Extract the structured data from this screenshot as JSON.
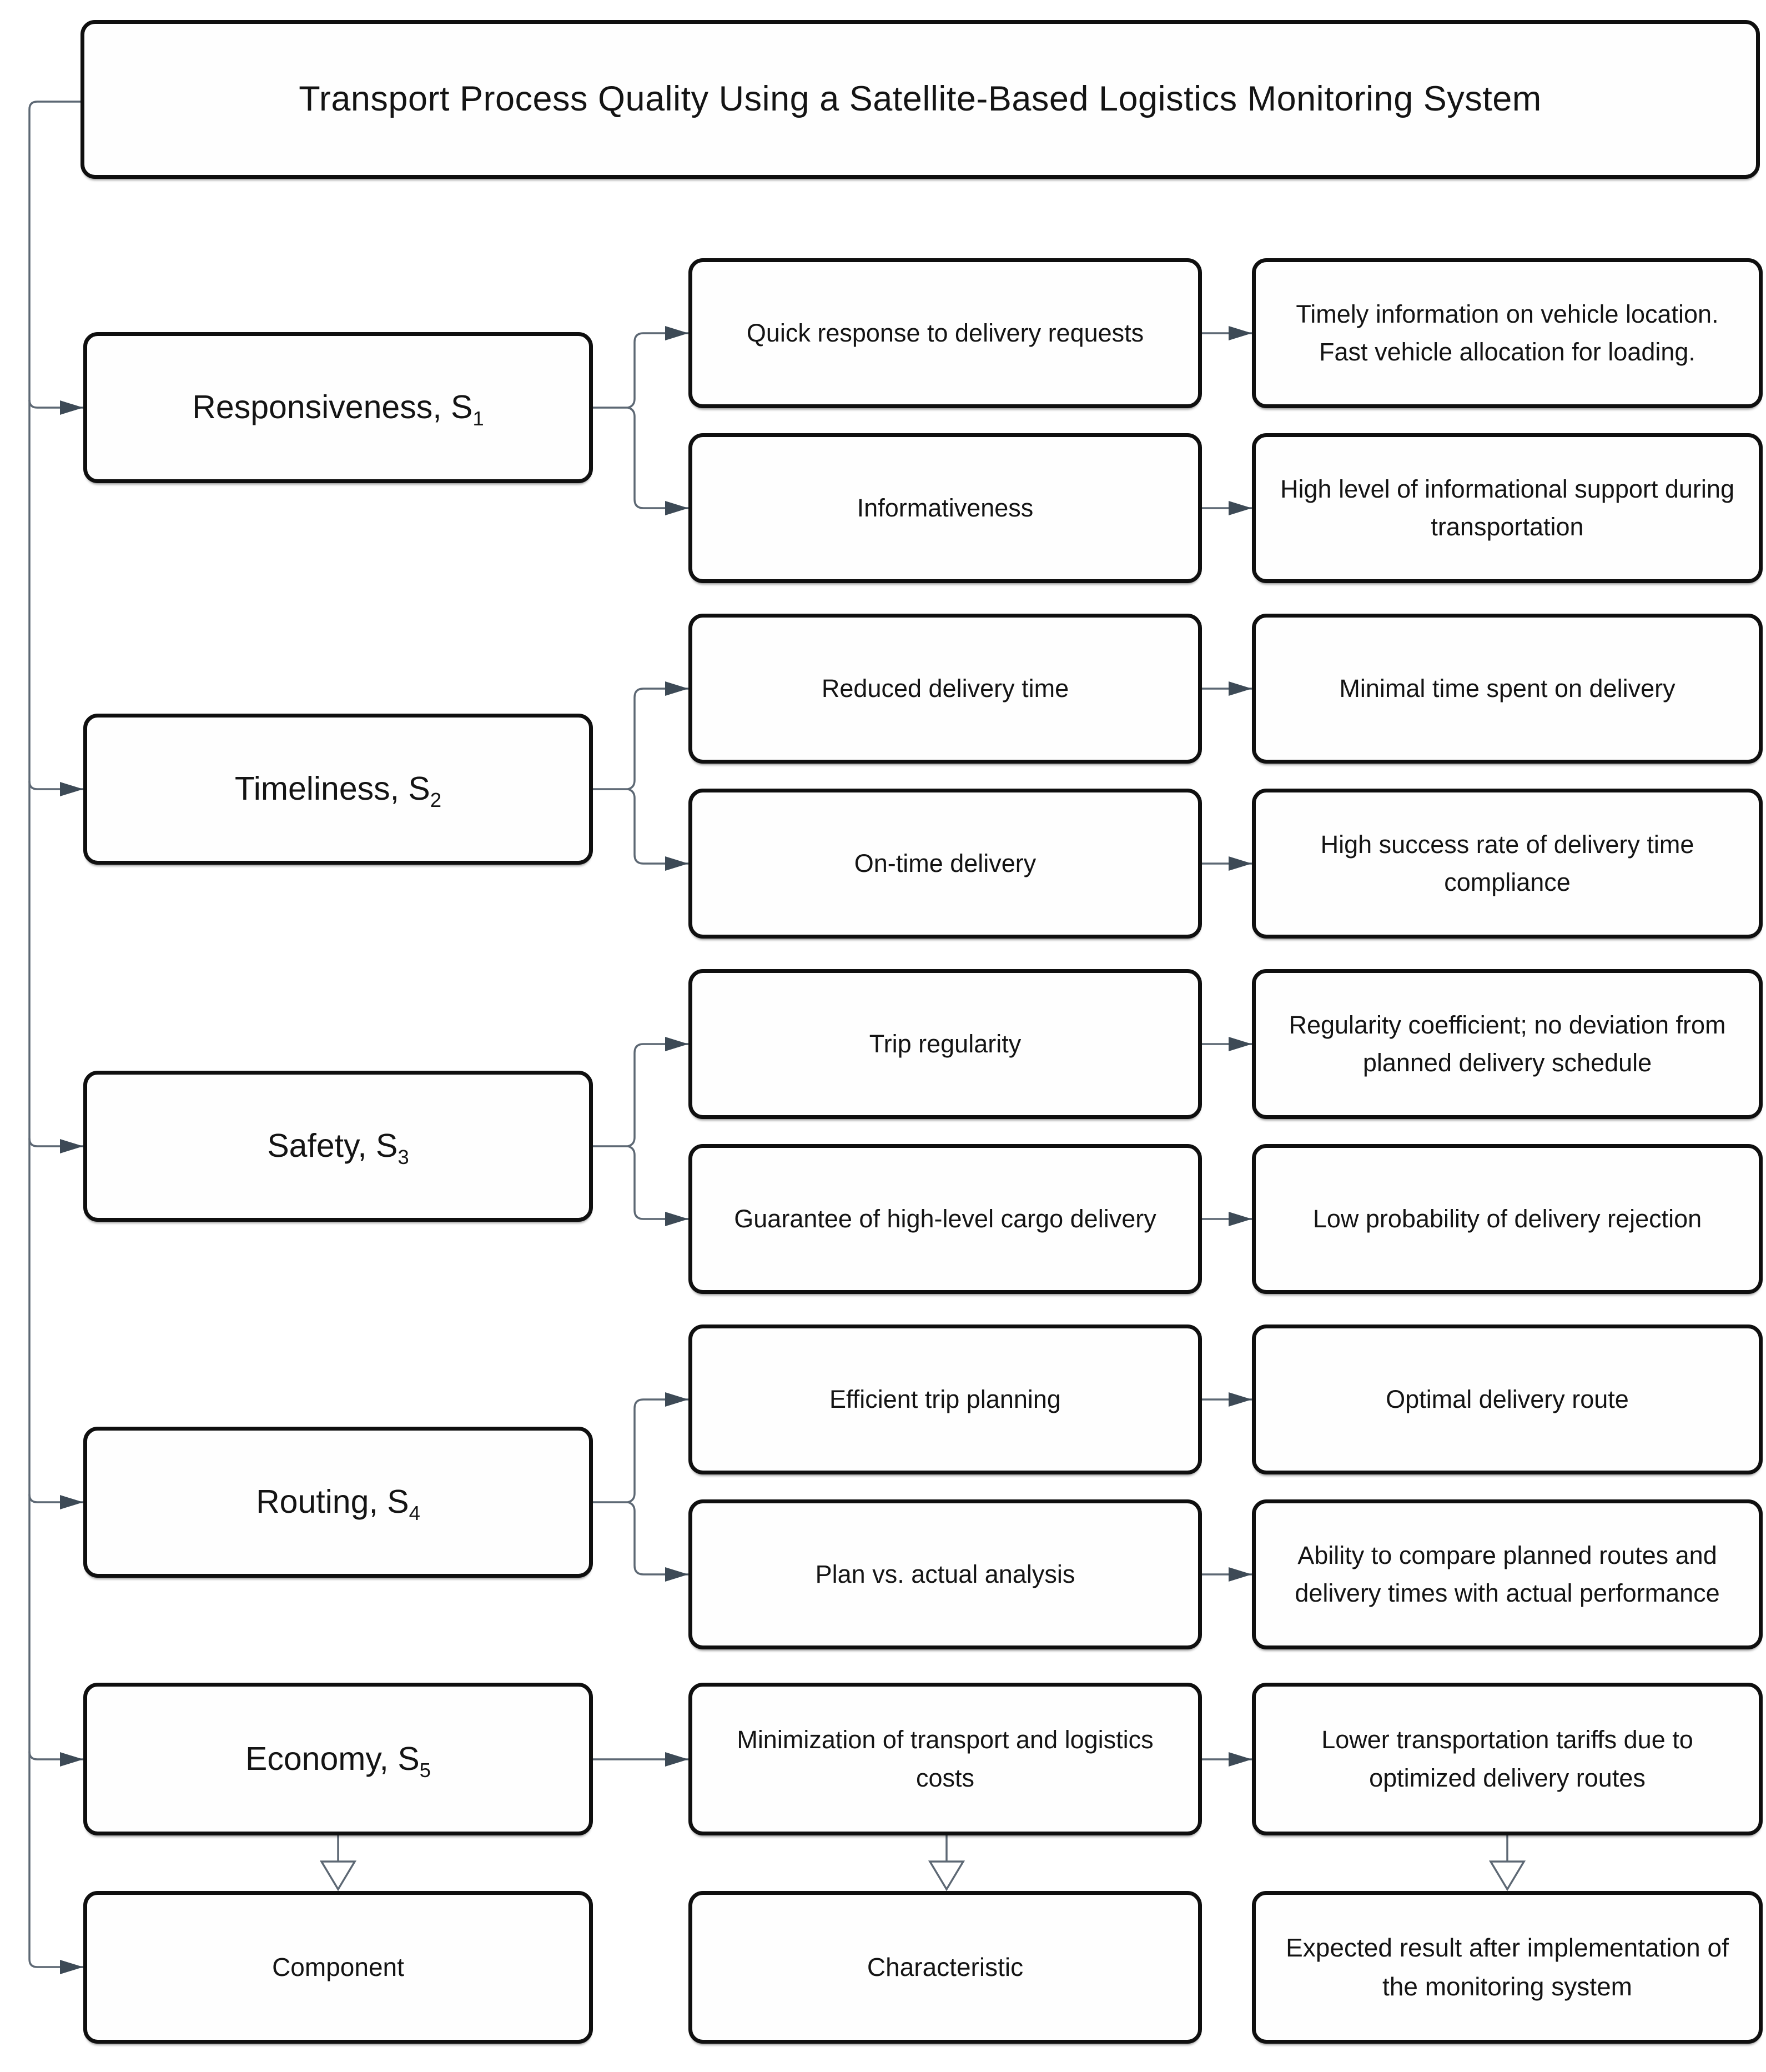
{
  "title": "Transport Process Quality Using a Satellite-Based Logistics Monitoring System",
  "colors": {
    "background": "#ffffff",
    "box_fill": "#fefefe",
    "box_border": "#0f0f0f",
    "text": "#141414",
    "connector_line": "#5d6874",
    "arrowhead_filled": "#3d4a56",
    "arrowhead_hollow_fill": "#ffffff"
  },
  "rows": [
    {
      "component": {
        "label": "Responsiveness, S",
        "sub": "1"
      },
      "items": [
        {
          "characteristic": "Quick response to delivery requests",
          "result": "Timely information on vehicle location. Fast vehicle allocation for loading."
        },
        {
          "characteristic": "Informativeness",
          "result": "High level of informational support during transportation"
        }
      ]
    },
    {
      "component": {
        "label": "Timeliness, S",
        "sub": "2"
      },
      "items": [
        {
          "characteristic": "Reduced delivery time",
          "result": "Minimal time spent on delivery"
        },
        {
          "characteristic": "On-time delivery",
          "result": "High success rate of delivery time compliance"
        }
      ]
    },
    {
      "component": {
        "label": "Safety, S",
        "sub": "3"
      },
      "items": [
        {
          "characteristic": "Trip regularity",
          "result": "Regularity coefficient; no deviation from planned delivery schedule"
        },
        {
          "characteristic": "Guarantee of high-level cargo delivery",
          "result": "Low probability of delivery rejection"
        }
      ]
    },
    {
      "component": {
        "label": "Routing, S",
        "sub": "4"
      },
      "items": [
        {
          "characteristic": "Efficient trip planning",
          "result": "Optimal delivery route"
        },
        {
          "characteristic": "Plan vs. actual analysis",
          "result": "Ability to compare planned routes and delivery times with actual performance"
        }
      ]
    },
    {
      "component": {
        "label": "Economy, S",
        "sub": "5"
      },
      "items": [
        {
          "characteristic": "Minimization of transport and logistics costs",
          "result": "Lower transportation tariffs due to optimized delivery routes"
        }
      ]
    }
  ],
  "legend": {
    "component": "Component",
    "characteristic": "Characteristic",
    "result": "Expected result after implementation of the monitoring system"
  }
}
